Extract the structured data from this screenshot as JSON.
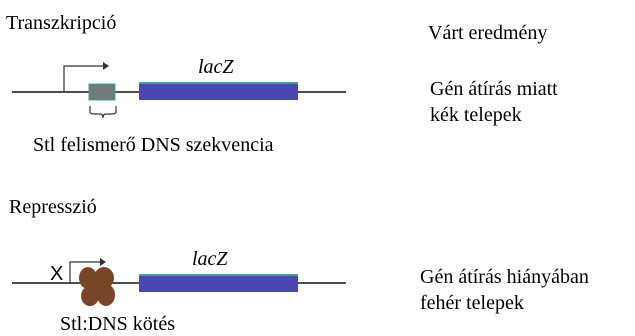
{
  "top_panel": {
    "heading": "Transzkripció",
    "gene_label": "lacZ",
    "site_label": "Stl felismerő DNS szekvencia"
  },
  "expected": {
    "heading": "Várt eredmény",
    "top_result_line1": "Gén átírás miatt",
    "top_result_line2": "kék telepek",
    "bottom_result_line1": "Gén átírás hiányában",
    "bottom_result_line2": "fehér telepek"
  },
  "bottom_panel": {
    "heading": "Represszió",
    "block_mark": "X",
    "gene_label": "lacZ",
    "binding_label": "Stl:DNS kötés"
  },
  "colors": {
    "dna_line": "#4d4d4d",
    "lacz_gene": "#4b47b0",
    "lacz_edge": "#3fa0a0",
    "stl_site": "#6f7b79",
    "stl_protein": "#7a4527"
  }
}
